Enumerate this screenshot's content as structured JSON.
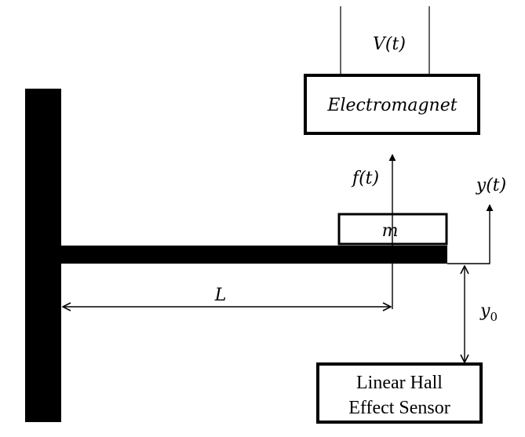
{
  "labels": {
    "voltage": "V(t)",
    "electromagnet": "Electromagnet",
    "force": "f(t)",
    "displacement": "y(t)",
    "mass": "m",
    "length": "L",
    "gap_main": "y",
    "gap_sub": "0",
    "sensor_line1": "Linear Hall",
    "sensor_line2": "Effect Sensor"
  },
  "colors": {
    "ink": "#000000",
    "background": "#ffffff"
  }
}
